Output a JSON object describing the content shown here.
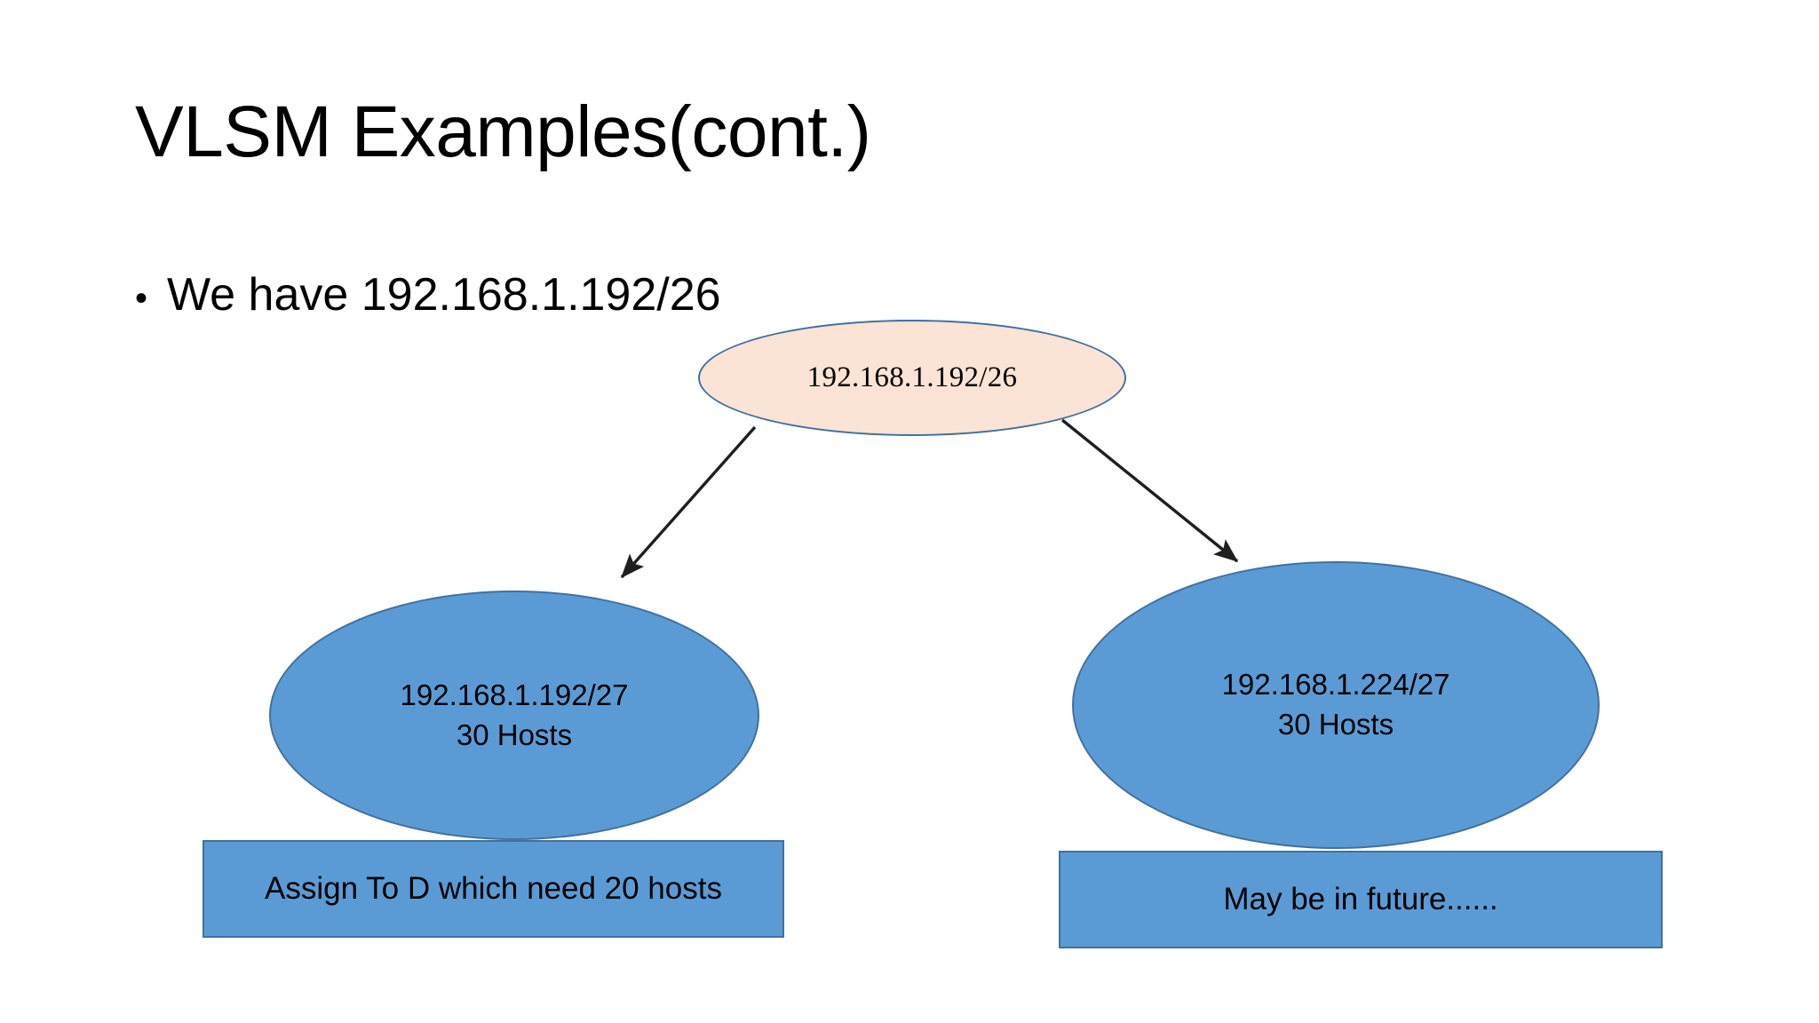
{
  "slide": {
    "title": "VLSM Examples(cont.)",
    "background_color": "#ffffff"
  },
  "bullets": [
    {
      "marker": "•",
      "text": "We have 192.168.1.192/26"
    }
  ],
  "diagram": {
    "type": "tree",
    "colors": {
      "root_fill": "#fbe3d5",
      "root_stroke": "#3f6f9f",
      "node_fill": "#5b9bd5",
      "node_stroke": "#41719c",
      "connector": "#1f1f1f",
      "text": "#000000"
    },
    "root": {
      "shape": "ellipse",
      "label": "192.168.1.192/26"
    },
    "children": [
      {
        "shape": "ellipse",
        "line1": "192.168.1.192/27",
        "line2": "30 Hosts",
        "caption": "Assign To D which need 20 hosts"
      },
      {
        "shape": "ellipse",
        "line1": "192.168.1.224/27",
        "line2": "30 Hosts",
        "caption": "May be in future......"
      }
    ],
    "connectors": [
      {
        "name": "root-to-left",
        "from": "root",
        "to": "left-subnet",
        "style": "arrow"
      },
      {
        "name": "root-to-right",
        "from": "root",
        "to": "right-subnet",
        "style": "arrow"
      }
    ]
  }
}
